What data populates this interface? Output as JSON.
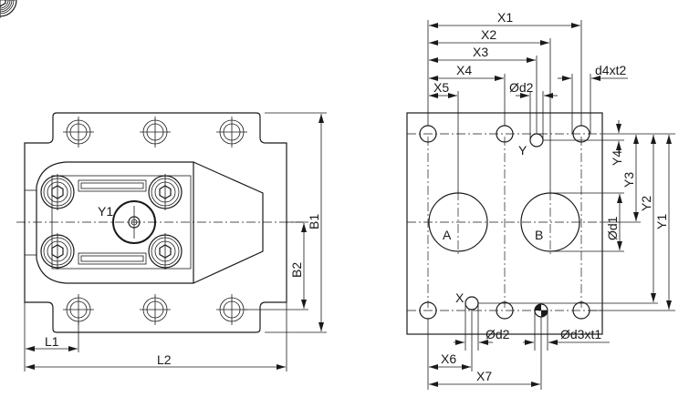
{
  "drawing": {
    "left_view": {
      "labels": {
        "y1": "Y1",
        "b1": "B1",
        "b2": "B2",
        "l1": "L1",
        "l2": "L2"
      }
    },
    "right_view": {
      "labels": {
        "x1": "X1",
        "x2": "X2",
        "x3": "X3",
        "x4": "X4",
        "x5": "X5",
        "d2_top": "Ød2",
        "d4t2": "d4xt2",
        "y": "Y",
        "x": "X",
        "a": "A",
        "b": "B",
        "y1": "Y1",
        "y2": "Y2",
        "y3": "Y3",
        "y4": "Y4",
        "d1": "Ød1",
        "d2_bottom": "Ød2",
        "d3t1": "Ød3xt1",
        "x6": "X6",
        "x7": "X7"
      }
    }
  }
}
